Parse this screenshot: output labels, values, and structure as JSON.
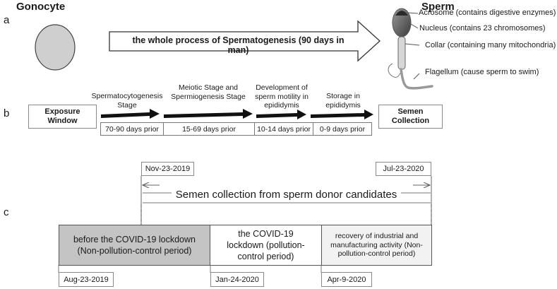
{
  "panel_labels": {
    "a": "a",
    "b": "b",
    "c": "c"
  },
  "panel_a": {
    "gonocyte_title": "Gonocyte",
    "sperm_title": "Sperm",
    "process_text": "the whole process of Spermatogenesis (90 days in man)",
    "sperm_parts": [
      {
        "label": "Acrosome  (contains digestive enzymes)"
      },
      {
        "label": "Nucleus  (contains 23 chromosomes)"
      },
      {
        "label": "Collar (containing many mitochondria)"
      },
      {
        "label": "Flagellum (cause sperm to swim)"
      }
    ]
  },
  "panel_b": {
    "exposure_window": "Exposure Window",
    "semen_collection": "Semen Collection",
    "stages": [
      {
        "name": "Spermatocytogenesis Stage",
        "period": "70-90 days prior"
      },
      {
        "name": "Meiotic Stage and Spermiogenesis Stage",
        "period": "15-69 days prior"
      },
      {
        "name": "Development of sperm motility in epididymis",
        "period": "10-14 days prior"
      },
      {
        "name": "Storage in epididymis",
        "period": "0-9 days prior"
      }
    ]
  },
  "panel_c": {
    "start_date": "Nov-23-2019",
    "end_date": "Jul-23-2020",
    "collection_label": "Semen collection from sperm donor candidates",
    "periods": [
      {
        "text": "before the COVID-19 lockdown (Non-pollution-control period)",
        "date": "Aug-23-2019",
        "fill": "#c4c4c4"
      },
      {
        "text": "the COVID-19 lockdown (pollution-control period)",
        "date": "Jan-24-2020",
        "fill": "#ffffff"
      },
      {
        "text": "recovery of industrial and manufacturing activity (Non-pollution-control period)",
        "date": "Apr-9-2020",
        "fill": "#f2f2f2"
      }
    ]
  }
}
